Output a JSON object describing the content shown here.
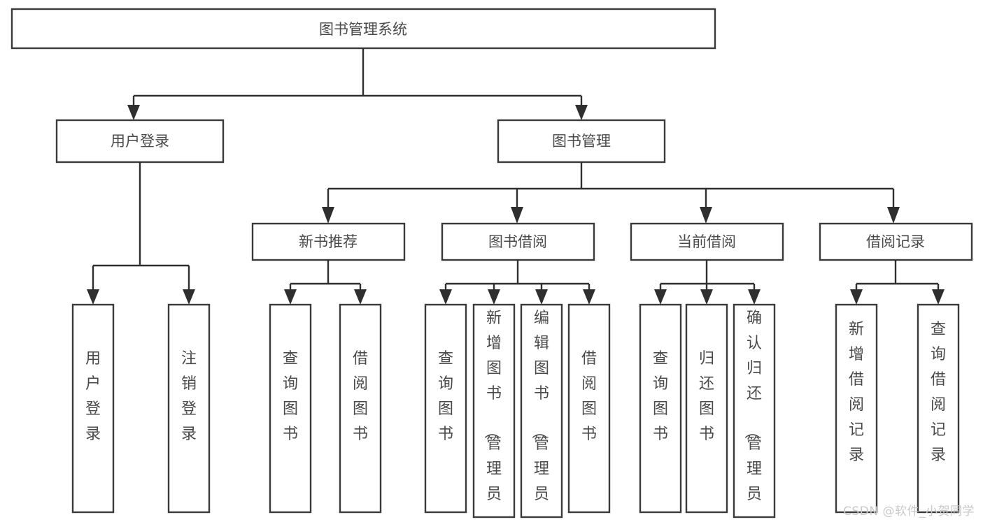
{
  "diagram": {
    "type": "tree",
    "title": "图书管理系统",
    "watermark": "CSDN @软件_小贺同学",
    "colors": {
      "box_stroke": "#3a3a3a",
      "box_fill": "#ffffff",
      "connector": "#2f2f2f",
      "text": "#4a4a4a",
      "watermark": "#c9c9c9",
      "background": "#ffffff"
    },
    "levels": {
      "root": {
        "label": "图书管理系统"
      },
      "level2": [
        {
          "id": "user-login",
          "label": "用户登录"
        },
        {
          "id": "book-manage",
          "label": "图书管理"
        }
      ],
      "level3": [
        {
          "id": "new-book-rec",
          "label": "新书推荐",
          "parent": "book-manage"
        },
        {
          "id": "book-borrow",
          "label": "图书借阅",
          "parent": "book-manage"
        },
        {
          "id": "current-borrow",
          "label": "当前借阅",
          "parent": "book-manage"
        },
        {
          "id": "borrow-record",
          "label": "借阅记录",
          "parent": "book-manage"
        }
      ],
      "leaves": [
        {
          "id": "leaf-user-login",
          "label": "用户登录",
          "parent": "user-login"
        },
        {
          "id": "leaf-user-logout",
          "label": "注销登录",
          "parent": "user-login"
        },
        {
          "id": "leaf-query-book-1",
          "label": "查询图书",
          "parent": "new-book-rec"
        },
        {
          "id": "leaf-borrow-book-1",
          "label": "借阅图书",
          "parent": "new-book-rec"
        },
        {
          "id": "leaf-query-book-2",
          "label": "查询图书",
          "parent": "book-borrow"
        },
        {
          "id": "leaf-add-book",
          "label": "新增图书（管理员）",
          "parent": "book-borrow"
        },
        {
          "id": "leaf-edit-book",
          "label": "编辑图书（管理员）",
          "parent": "book-borrow"
        },
        {
          "id": "leaf-borrow-book-2",
          "label": "借阅图书",
          "parent": "book-borrow"
        },
        {
          "id": "leaf-query-book-3",
          "label": "查询图书",
          "parent": "current-borrow"
        },
        {
          "id": "leaf-return-book",
          "label": "归还图书",
          "parent": "current-borrow"
        },
        {
          "id": "leaf-confirm-return",
          "label": "确认归还（管理员）",
          "parent": "current-borrow"
        },
        {
          "id": "leaf-add-record",
          "label": "新增借阅记录",
          "parent": "borrow-record"
        },
        {
          "id": "leaf-query-record",
          "label": "查询借阅记录",
          "parent": "borrow-record"
        }
      ]
    }
  }
}
